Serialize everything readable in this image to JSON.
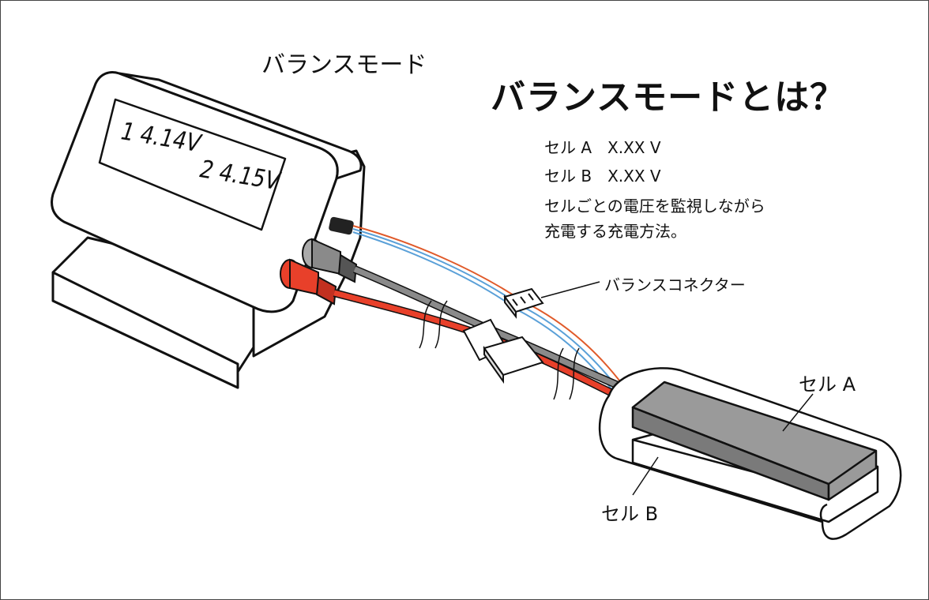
{
  "charger_title": "バランスモード",
  "heading": "バランスモードとは？",
  "display": {
    "channel1": "1 4.14V",
    "channel2": "2 4.15V"
  },
  "info": {
    "line1": "セル A　X.XX V",
    "line2": "セル B　X.XX V",
    "line3": "セルごとの電圧を監視しながら",
    "line4": "充電する充電方法。"
  },
  "labels": {
    "balance_connector": "バランスコネクター",
    "cell_a": "セル A",
    "cell_b": "セル B"
  },
  "colors": {
    "red_lead": "#e8402a",
    "gray_lead": "#8a8a8a",
    "balance_red": "#e05a2a",
    "balance_blue": "#5aa0d8",
    "cell_a_fill": "#9a9a9a"
  }
}
